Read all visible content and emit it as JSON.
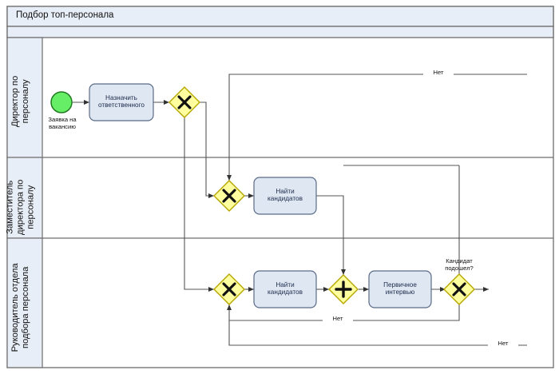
{
  "pool": {
    "title": "Подбор топ-персонала",
    "header_fill": "#e8eef7",
    "border": "#6d6d6d"
  },
  "lanes": [
    {
      "id": "lane-director",
      "label": "Директор по\nперсоналу"
    },
    {
      "id": "lane-deputy",
      "label": "Заместитель\nдиректора по\nперсоналу"
    },
    {
      "id": "lane-head",
      "label": "Руководитель отдела\nподбора персонала"
    }
  ],
  "colors": {
    "start_event_fill": "#66ee66",
    "start_event_stroke": "#1f7a1f",
    "task_fill": "#dfe7f3",
    "task_stroke": "#5a6b86",
    "gateway_fill": "#ffffa0",
    "gateway_stroke": "#b8a400",
    "connector": "#555555"
  },
  "nodes": [
    {
      "id": "start-event",
      "type": "start-event",
      "label": "Заявка на\nвакансию",
      "lane": "lane-director"
    },
    {
      "id": "task-assign-responsible",
      "type": "task",
      "label": "Назначить\nответственного",
      "lane": "lane-director"
    },
    {
      "id": "gateway-director-x",
      "type": "exclusive-gateway",
      "label": "",
      "lane": "lane-director"
    },
    {
      "id": "gateway-deputy-x",
      "type": "exclusive-gateway",
      "label": "",
      "lane": "lane-deputy"
    },
    {
      "id": "task-find-candidates-deputy",
      "type": "task",
      "label": "Найти\nкандидатов",
      "lane": "lane-deputy"
    },
    {
      "id": "gateway-head-x",
      "type": "exclusive-gateway",
      "label": "",
      "lane": "lane-head"
    },
    {
      "id": "task-find-candidates-head",
      "type": "task",
      "label": "Найти\nкандидатов",
      "lane": "lane-head"
    },
    {
      "id": "gateway-parallel-join",
      "type": "parallel-gateway",
      "label": "",
      "lane": "lane-head"
    },
    {
      "id": "task-primary-interview",
      "type": "task",
      "label": "Первичное\nинтервью",
      "lane": "lane-head"
    },
    {
      "id": "gateway-candidate-fit",
      "type": "exclusive-gateway",
      "label": "Кандидат\nподошел?",
      "lane": "lane-head"
    }
  ],
  "flow_labels": {
    "top_no": "Нет",
    "mid_no": "Нет",
    "bottom_no": "Нет"
  }
}
